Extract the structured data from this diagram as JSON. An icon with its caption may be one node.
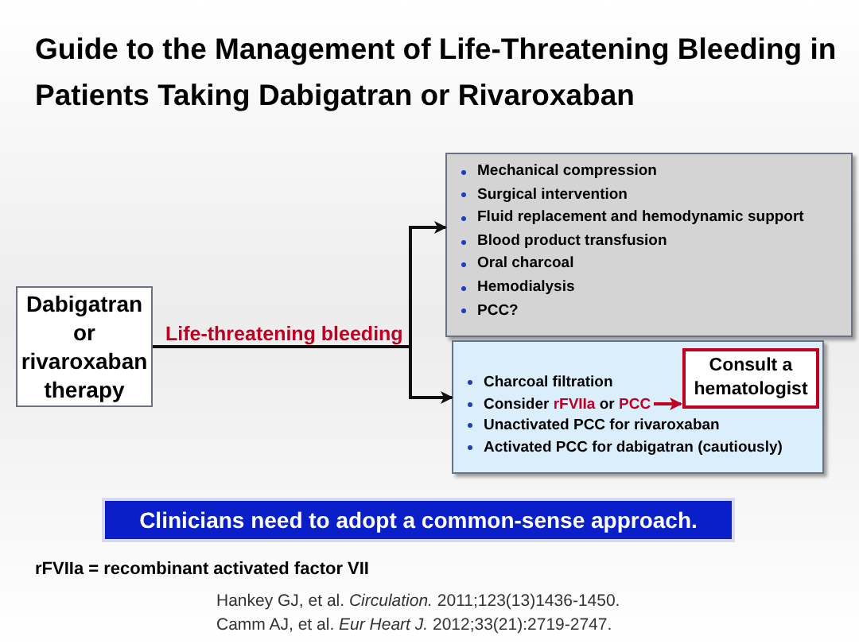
{
  "diagram": {
    "title": "Guide to the Management of Life-Threatening Bleeding in Patients Taking Dabigatran or Rivaroxaban",
    "nodes": [
      {
        "text": [
          "Dabigatran or rivaroxaban therapy"
        ]
      },
      {
        "text": [
          "Mechanical compression",
          "Surgical intervention",
          "Fluid replacement and hemodynamic support",
          "Blood product transfusion",
          "Oral charcoal",
          "Hemodialysis",
          "PCC?"
        ]
      },
      {
        "text": [
          "Charcoal filtration",
          "Consider **rFVIIa** or **PCC**",
          "Unactivated PCC for rivaroxaban",
          "Activated PCC for dabigatran (cautiously)"
        ]
      },
      {
        "text": [
          "Consult a hematologist"
        ],
        "in": 2
      },
      {
        "text": [
          "Clinicians need to adopt a common-sense approach."
        ]
      }
    ],
    "edges": [
      {
        "from": 0,
        "to": 1,
        "arrow": "to",
        "label": "Life-threatening bleeding"
      },
      {
        "from": 0,
        "to": 2,
        "arrow": "to"
      },
      {
        "from": null,
        "to": 3,
        "arrow": "to",
        "color": "#c00020"
      }
    ],
    "labels": [
      "rFVIIa = recombinant activated factor VII",
      "Hankey GJ, et al. *Circulation.* 2011;123(13)1436-1450.",
      "Camm AJ, et al. *Eur Heart J.* 2012;33(21):2719-2747."
    ]
  }
}
